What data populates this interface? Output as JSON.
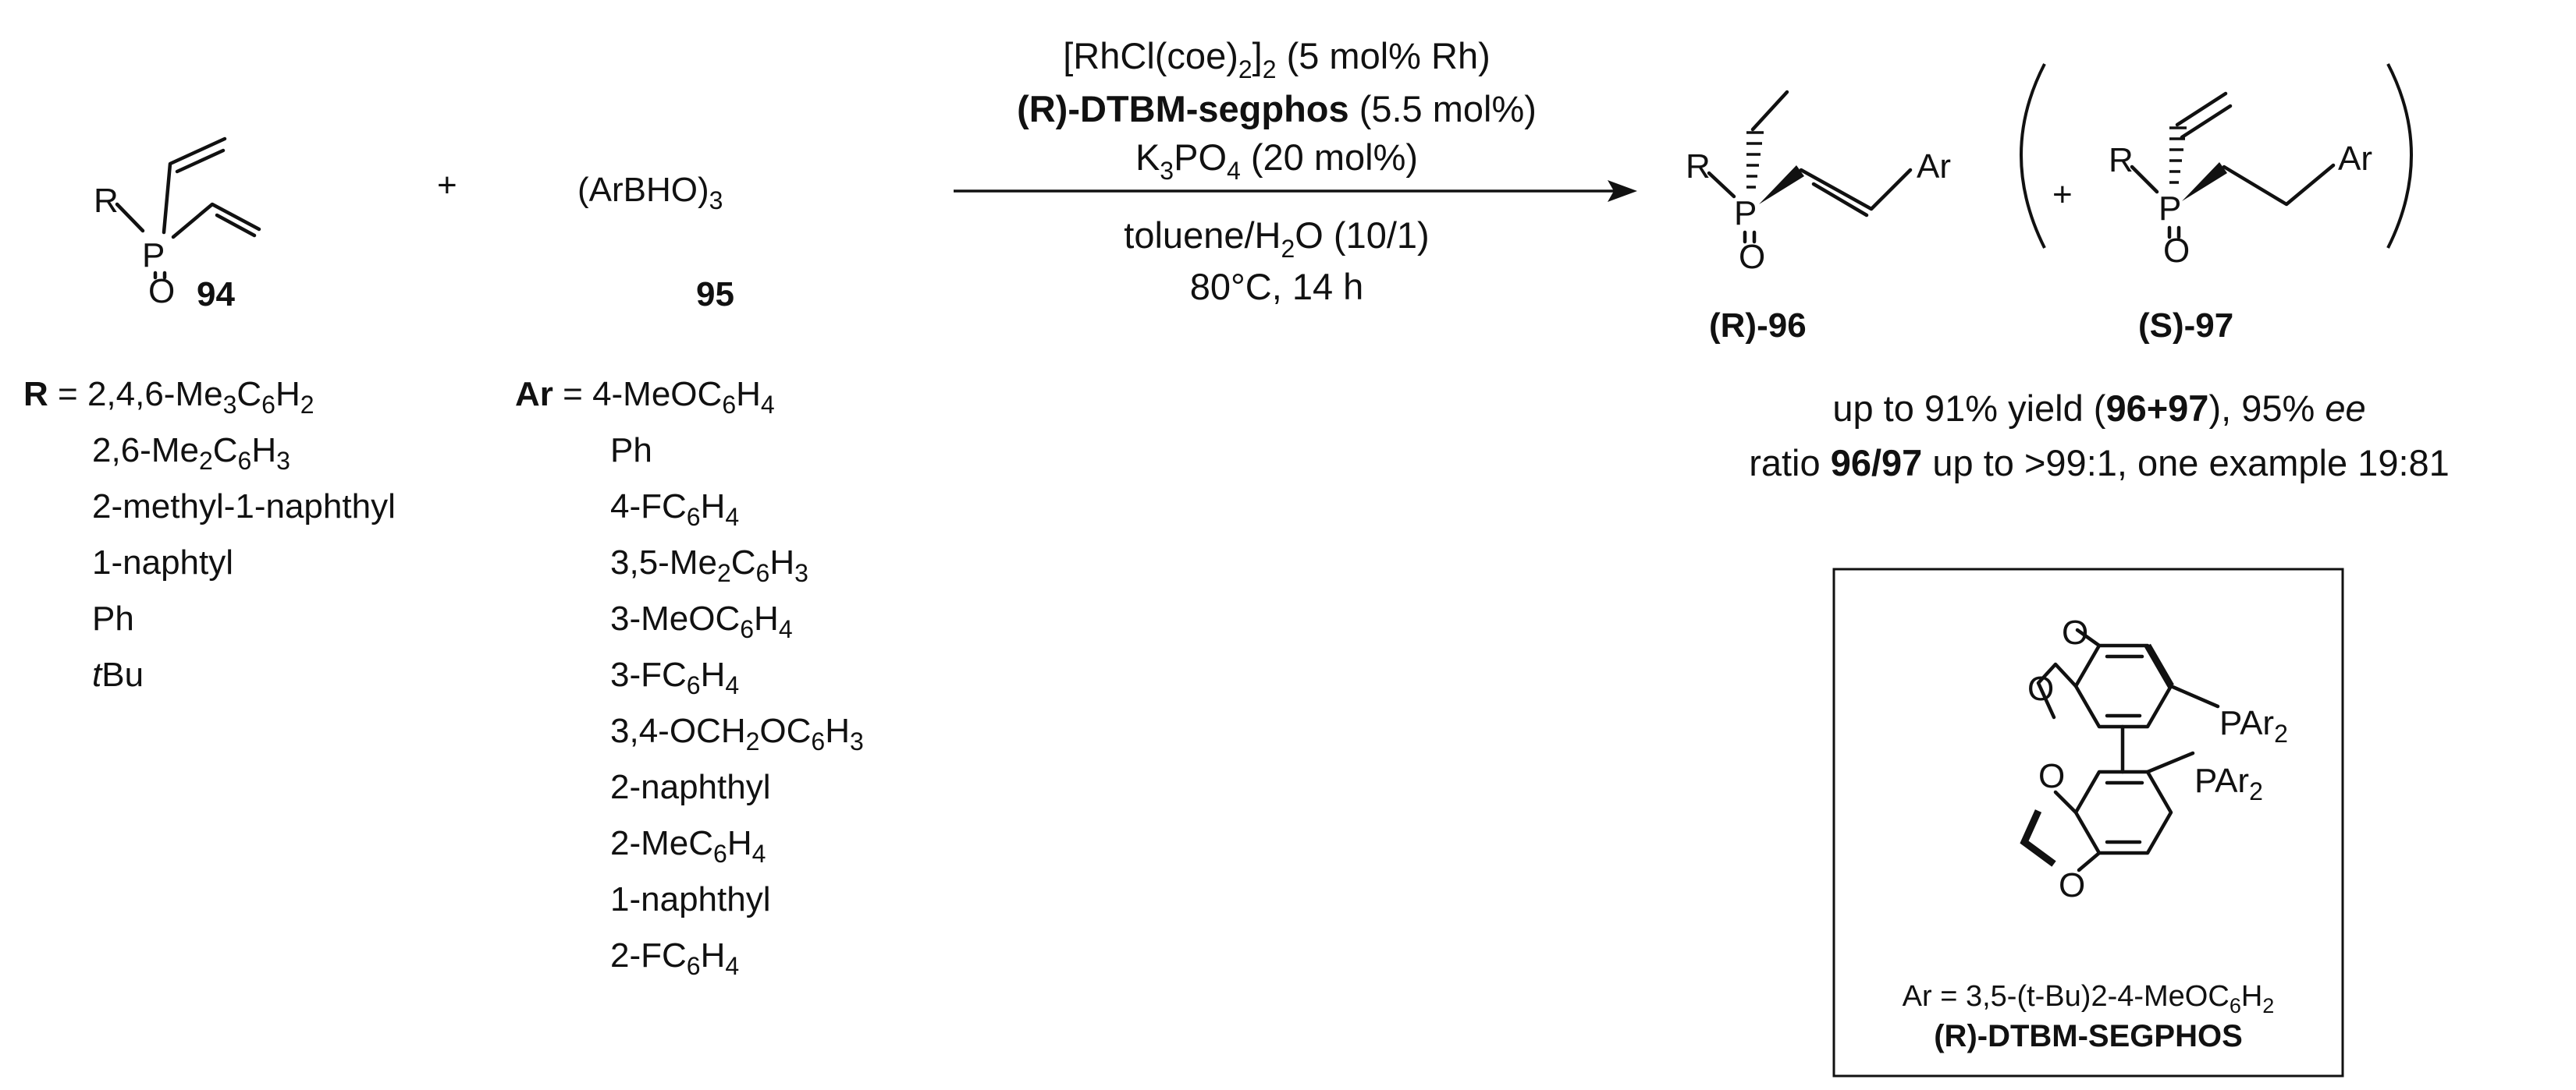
{
  "compounds": {
    "c94": {
      "R": "R",
      "P": "P",
      "O": "O",
      "label": "94"
    },
    "c95": {
      "formula_pre": "(ArBHO)",
      "formula_sub": "3",
      "label": "95"
    },
    "c96": {
      "R": "R",
      "P": "P",
      "O": "O",
      "Ar": "Ar",
      "label": "(R)-96"
    },
    "c97": {
      "R": "R",
      "P": "P",
      "O": "O",
      "Ar": "Ar",
      "label": "(S)-97",
      "plus": "+"
    }
  },
  "plus_sign": "+",
  "conditions": {
    "line1_pre": "[RhCl(coe)",
    "line1_sub1": "2",
    "line1_mid": "]",
    "line1_sub2": "2",
    "line1_post": " (5 mol% Rh)",
    "line2_bold": "(R)-DTBM-segphos",
    "line2_rest": " (5.5 mol%)",
    "line3_pre": "K",
    "line3_sub1": "3",
    "line3_mid": "PO",
    "line3_sub2": "4",
    "line3_post": " (20 mol%)",
    "line4_pre": "toluene/H",
    "line4_sub": "2",
    "line4_post": "O (10/1)",
    "line5": "80°C, 14 h"
  },
  "r_list": {
    "header_bold": "R",
    "header_eq": " = ",
    "items": [
      {
        "pre": "2,4,6-Me",
        "s1": "3",
        "mid": "C",
        "s2": "6",
        "mid2": "H",
        "s3": "2"
      },
      {
        "pre": "2,6-Me",
        "s1": "2",
        "mid": "C",
        "s2": "6",
        "mid2": "H",
        "s3": "3"
      },
      {
        "pre": "2-methyl-1-naphthyl"
      },
      {
        "pre": "1-naphtyl"
      },
      {
        "pre": "Ph"
      },
      {
        "ital": "t",
        "pre": "Bu"
      }
    ]
  },
  "ar_list": {
    "header_bold": "Ar",
    "header_eq": " = ",
    "items": [
      {
        "pre": "4-MeOC",
        "s1": "6",
        "mid": "H",
        "s2": "4"
      },
      {
        "pre": "Ph"
      },
      {
        "pre": "4-FC",
        "s1": "6",
        "mid": "H",
        "s2": "4"
      },
      {
        "pre": "3,5-Me",
        "s1": "2",
        "mid": "C",
        "s2": "6",
        "mid2": "H",
        "s3": "3"
      },
      {
        "pre": "3-MeOC",
        "s1": "6",
        "mid": "H",
        "s2": "4"
      },
      {
        "pre": "3-FC",
        "s1": "6",
        "mid": "H",
        "s2": "4"
      },
      {
        "pre": "3,4-OCH",
        "s1": "2",
        "mid": "OC",
        "s2": "6",
        "mid2": "H",
        "s3": "3"
      },
      {
        "pre": "2-naphthyl"
      },
      {
        "pre": "2-MeC",
        "s1": "6",
        "mid": "H",
        "s2": "4"
      },
      {
        "pre": "1-naphthyl"
      },
      {
        "pre": "2-FC",
        "s1": "6",
        "mid": "H",
        "s2": "4"
      }
    ]
  },
  "results": {
    "line1_a": "up to  91% yield (",
    "line1_b": "96+97",
    "line1_c": "), 95% ",
    "line1_d": "ee",
    "line2_a": "ratio ",
    "line2_b": "96/97",
    "line2_c": " up to >99:1, one example 19:81"
  },
  "ligand_box": {
    "O": "O",
    "PAr2_pre": "PAr",
    "PAr2_sub": "2",
    "ar_def_pre": "Ar = 3,5-(t-Bu)2-4-MeOC",
    "ar_def_s1": "6",
    "ar_def_mid": "H",
    "ar_def_s2": "2",
    "name": "(R)-DTBM-SEGPHOS"
  }
}
